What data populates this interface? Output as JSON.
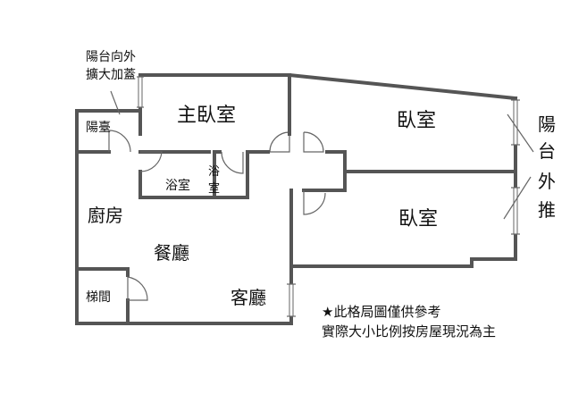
{
  "plan": {
    "balcony_note_line1": "陽台向外",
    "balcony_note_line2": "擴大加蓋",
    "rooms": {
      "balcony": "陽臺",
      "master_bedroom": "主臥室",
      "bedroom_top": "臥室",
      "bedroom_bottom": "臥室",
      "bathroom_1": "浴室",
      "bathroom_2_line1": "浴",
      "bathroom_2_line2": "室",
      "kitchen": "廚房",
      "dining": "餐廳",
      "stairs": "梯間",
      "living": "客廳"
    },
    "side_note": [
      "陽",
      "台",
      "外",
      "推"
    ],
    "disclaimer_line1": "★此格局圖僅供參考",
    "disclaimer_line2": "實際大小比例按房屋現況為主"
  }
}
